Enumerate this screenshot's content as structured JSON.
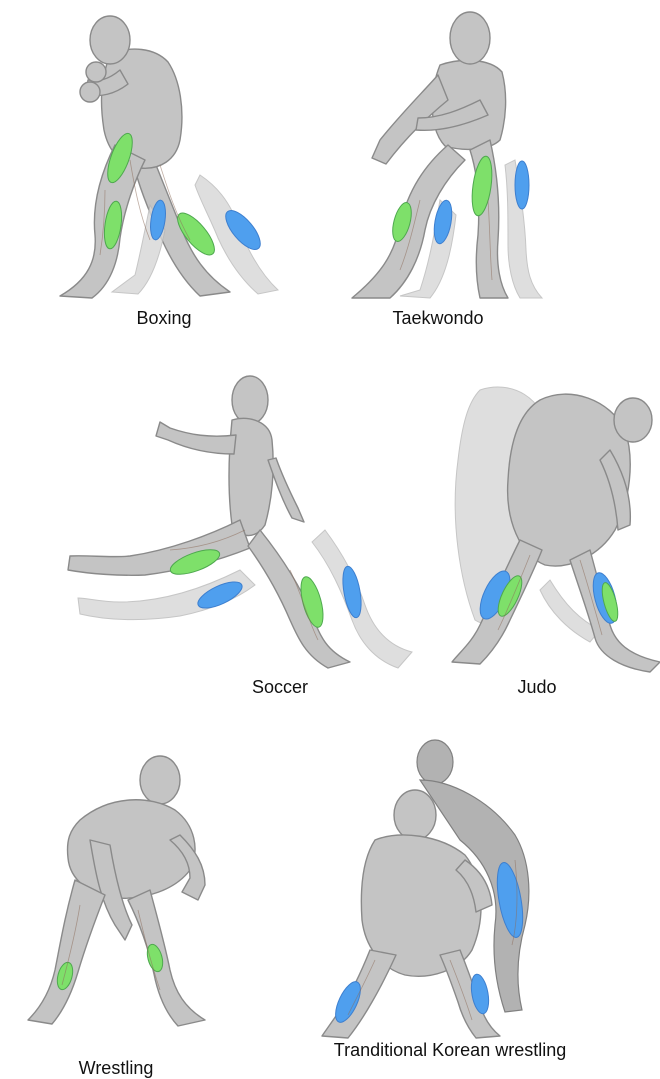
{
  "colors": {
    "background": "#ffffff",
    "body": "#c4c4c4",
    "outline": "#8a8a8a",
    "muscle_green": "#7ee06a",
    "muscle_blue": "#4f9fee",
    "label_text": "#111111"
  },
  "panels": [
    {
      "id": "boxing",
      "label": "Boxing"
    },
    {
      "id": "taekwondo",
      "label": "Taekwondo"
    },
    {
      "id": "soccer",
      "label": "Soccer"
    },
    {
      "id": "judo",
      "label": "Judo"
    },
    {
      "id": "wrestling",
      "label": "Wrestling"
    },
    {
      "id": "korean-wrestling",
      "label": "Tranditional Korean wrestling"
    }
  ]
}
